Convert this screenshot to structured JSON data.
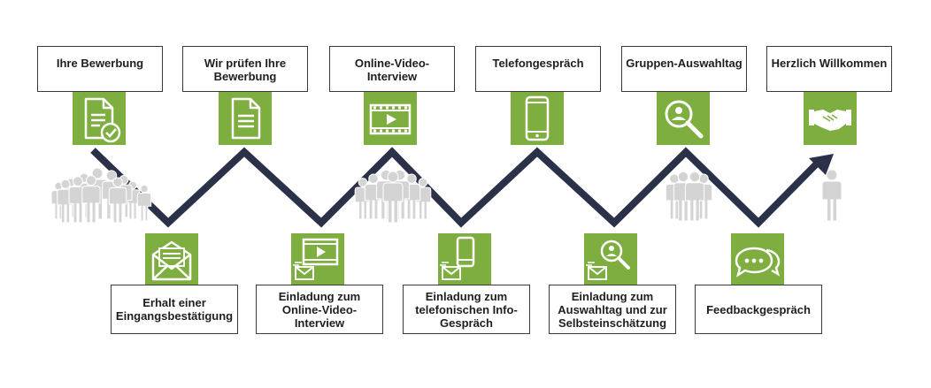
{
  "colors": {
    "green": "#7dae3f",
    "navy": "#2b3148",
    "person": "#d4d4d4",
    "border": "#3a3a3a"
  },
  "top_steps": [
    {
      "label": "Ihre Bewerbung",
      "icon": "document-check-icon"
    },
    {
      "label": "Wir prüfen Ihre Bewerbung",
      "icon": "document-icon"
    },
    {
      "label": "Online-Video-Interview",
      "icon": "video-player-icon"
    },
    {
      "label": "Telefongespräch",
      "icon": "smartphone-icon"
    },
    {
      "label": "Gruppen-Auswahltag",
      "icon": "magnifier-person-icon"
    },
    {
      "label": "Herzlich Willkommen",
      "icon": "handshake-icon"
    }
  ],
  "bottom_steps": [
    {
      "label": "Erhalt einer Eingangsbestätigung",
      "icon": "envelope-letter-icon"
    },
    {
      "label": "Einladung zum Online-Video-Interview",
      "icon": "video-invite-icon"
    },
    {
      "label": "Einladung zum telefonischen Info-Gespräch",
      "icon": "phone-invite-icon"
    },
    {
      "label": "Einladung zum Auswahltag und zur Selbsteinschätzung",
      "icon": "search-invite-icon"
    },
    {
      "label": "Feedbackgespräch",
      "icon": "chat-bubbles-icon"
    }
  ],
  "people_groups": [
    12,
    7,
    4,
    1
  ]
}
